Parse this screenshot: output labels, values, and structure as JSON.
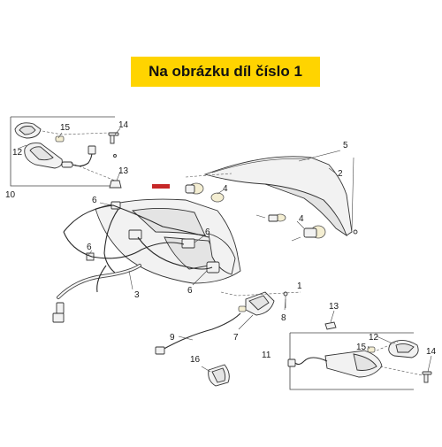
{
  "banner": {
    "text": "Na obrázku díl číslo 1",
    "color": "#ffd400"
  },
  "callouts": {
    "c1": "1",
    "c2": "2",
    "c3": "3",
    "c4a": "4",
    "c4b": "4",
    "c5": "5",
    "c6a": "6",
    "c6b": "6",
    "c6c": "6",
    "c6d": "6",
    "c7": "7",
    "c8": "8",
    "c9": "9",
    "c10": "10",
    "c11": "11",
    "c12a": "12",
    "c12b": "12",
    "c13a": "13",
    "c13b": "13",
    "c14a": "14",
    "c14b": "14",
    "c15a": "15",
    "c15b": "15",
    "c16": "16"
  }
}
